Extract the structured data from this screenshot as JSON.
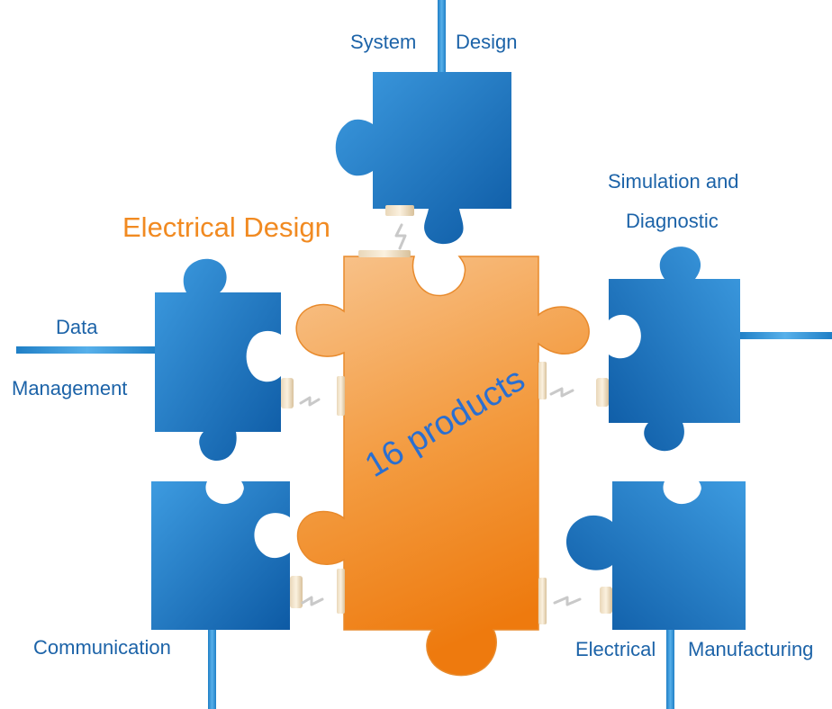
{
  "labels": {
    "system": "System",
    "design": "Design",
    "electrical_design": "Electrical Design",
    "simulation_line1": "Simulation and",
    "simulation_line2": "Diagnostic",
    "data_line1": "Data",
    "data_line2": "Management",
    "communication": "Communication",
    "electrical": "Electrical",
    "manufacturing": "Manufacturing"
  },
  "center_text": "16 products",
  "colors": {
    "blue_light": "#3d9be0",
    "blue_dark": "#0d5aa4",
    "orange_light": "#f8c48e",
    "orange_dark": "#ee7a0e",
    "cable": "#2f8fd4",
    "label_blue": "#1c63a8",
    "label_orange": "#f18a21",
    "text_blue": "#2a6fd1"
  },
  "icons": {
    "connector": "plug-connector-icon",
    "spark": "lightning-spark-icon"
  }
}
